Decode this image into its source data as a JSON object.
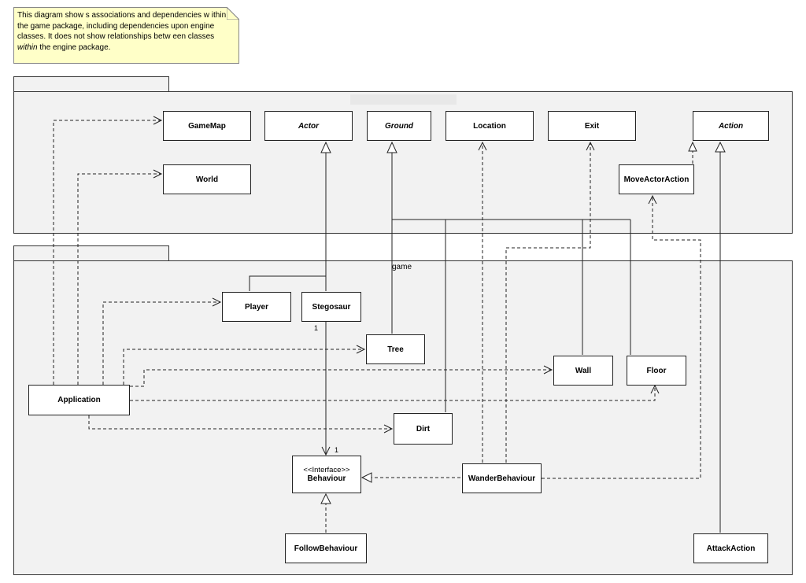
{
  "note": {
    "line1": "This diagram show s associations and dependencies w ithin",
    "line2": "the game package, including dependencies upon engine",
    "line3": "classes.  It does not show  relationships betw een classes",
    "line4_em": "within",
    "line4_rest": " the engine package."
  },
  "packages": {
    "game": "game"
  },
  "classes": {
    "gamemap": "GameMap",
    "actor": "Actor",
    "ground": "Ground",
    "location": "Location",
    "exit": "Exit",
    "action": "Action",
    "world": "World",
    "moveactoraction": "MoveActorAction",
    "player": "Player",
    "stegosaur": "Stegosaur",
    "tree": "Tree",
    "wall": "Wall",
    "floor": "Floor",
    "application": "Application",
    "dirt": "Dirt",
    "behaviour_stereotype": "<<Interface>>",
    "behaviour": "Behaviour",
    "wanderbehaviour": "WanderBehaviour",
    "followbehaviour": "FollowBehaviour",
    "attackaction": "AttackAction"
  },
  "multiplicities": {
    "stegosaur_end": "1",
    "behaviour_end": "1"
  }
}
